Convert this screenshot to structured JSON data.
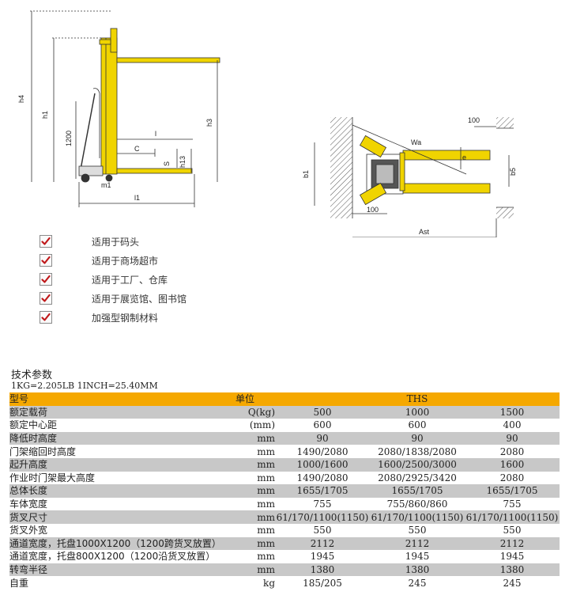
{
  "drawing": {
    "side_labels": {
      "h4": "h4",
      "h1": "h1",
      "d1200": "1200",
      "h3": "h3",
      "l": "l",
      "c": "C",
      "s": "S",
      "h13": "h13",
      "m1": "m1",
      "l1": "l1"
    },
    "top_labels": {
      "d100_top": "100",
      "wa": "Wa",
      "e": "e",
      "b1": "b1",
      "b5": "b5",
      "d100_bottom": "100",
      "ast": "Ast"
    },
    "colors": {
      "accent": "#f0d400",
      "hatch": "#555555",
      "line": "#333333"
    }
  },
  "features": [
    {
      "label": "适用于码头",
      "icon": "check-icon"
    },
    {
      "label": "适用于商场超市",
      "icon": "check-icon"
    },
    {
      "label": "适用于工厂、仓库",
      "icon": "check-icon"
    },
    {
      "label": "适用于展览馆、图书馆",
      "icon": "check-icon"
    },
    {
      "label": "加强型钢制材料",
      "icon": "check-icon"
    }
  ],
  "specs": {
    "title": "技术参数",
    "note": "1KG=2.205LB  1INCH=25.40MM",
    "header": {
      "name": "型号",
      "unit": "单位",
      "model": "THS"
    },
    "rows": [
      {
        "name": "额定载荷",
        "unit": "Q(kg)",
        "values": [
          "500",
          "1000",
          "1500"
        ]
      },
      {
        "name": "额定中心距",
        "unit": "(mm)",
        "values": [
          "600",
          "600",
          "400"
        ]
      },
      {
        "name": "降低时高度",
        "unit": "mm",
        "values": [
          "90",
          "90",
          "90"
        ]
      },
      {
        "name": "门架缩回时高度",
        "unit": "mm",
        "values": [
          "1490/2080",
          "2080/1838/2080",
          "2080"
        ]
      },
      {
        "name": "起升高度",
        "unit": "mm",
        "values": [
          "1000/1600",
          "1600/2500/3000",
          "1600"
        ]
      },
      {
        "name": "作业时门架最大高度",
        "unit": "mm",
        "values": [
          "1490/2080",
          "2080/2925/3420",
          "2080"
        ]
      },
      {
        "name": "总体长度",
        "unit": "mm",
        "values": [
          "1655/1705",
          "1655/1705",
          "1655/1705"
        ]
      },
      {
        "name": "车体宽度",
        "unit": "mm",
        "values": [
          "755",
          "755/860/860",
          "755"
        ]
      },
      {
        "name": "货叉尺寸",
        "unit": "mm",
        "values": [
          "61/170/1100(1150)",
          "61/170/1100(1150)",
          "61/170/1100(1150)"
        ]
      },
      {
        "name": "货叉外宽",
        "unit": "mm",
        "values": [
          "550",
          "550",
          "550"
        ]
      },
      {
        "name": "通道宽度，托盘1000X1200（1200跨货叉放置）",
        "unit": "mm",
        "values": [
          "2112",
          "2112",
          "2112"
        ]
      },
      {
        "name": "通道宽度，托盘800X1200（1200沿货叉放置）",
        "unit": "mm",
        "values": [
          "1945",
          "1945",
          "1945"
        ]
      },
      {
        "name": "转弯半径",
        "unit": "mm",
        "values": [
          "1380",
          "1380",
          "1380"
        ]
      },
      {
        "name": "自重",
        "unit": "kg",
        "values": [
          "185/205",
          "245",
          "245"
        ]
      }
    ]
  }
}
